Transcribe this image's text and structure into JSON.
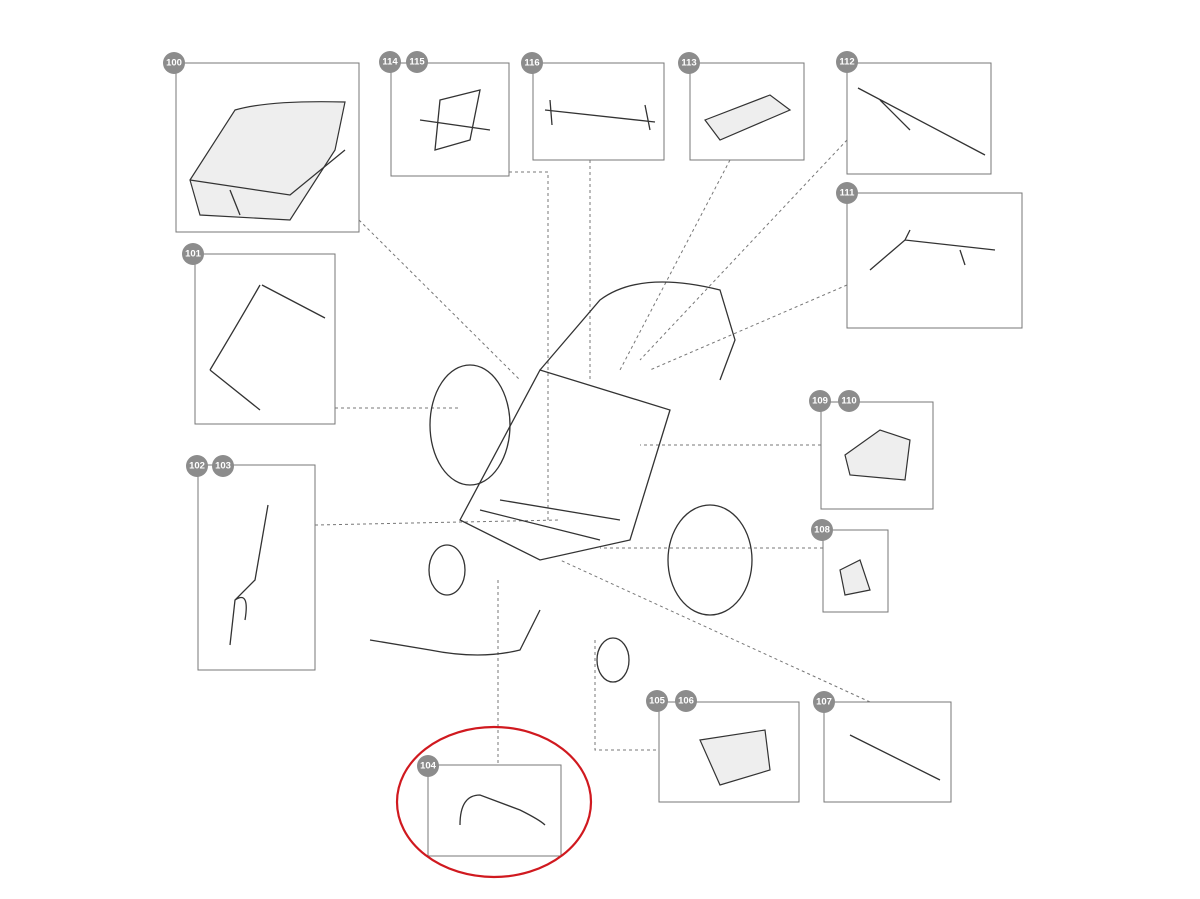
{
  "diagram": {
    "parts": [
      {
        "id": "100"
      },
      {
        "id": "101"
      },
      {
        "id": "102"
      },
      {
        "id": "103"
      },
      {
        "id": "104"
      },
      {
        "id": "105"
      },
      {
        "id": "106"
      },
      {
        "id": "107"
      },
      {
        "id": "108"
      },
      {
        "id": "109"
      },
      {
        "id": "110"
      },
      {
        "id": "111"
      },
      {
        "id": "112"
      },
      {
        "id": "113"
      },
      {
        "id": "114"
      },
      {
        "id": "115"
      },
      {
        "id": "116"
      }
    ],
    "highlighted_part": "104",
    "highlight_color": "#d0191f",
    "badge_color": "#8c8c8c"
  }
}
